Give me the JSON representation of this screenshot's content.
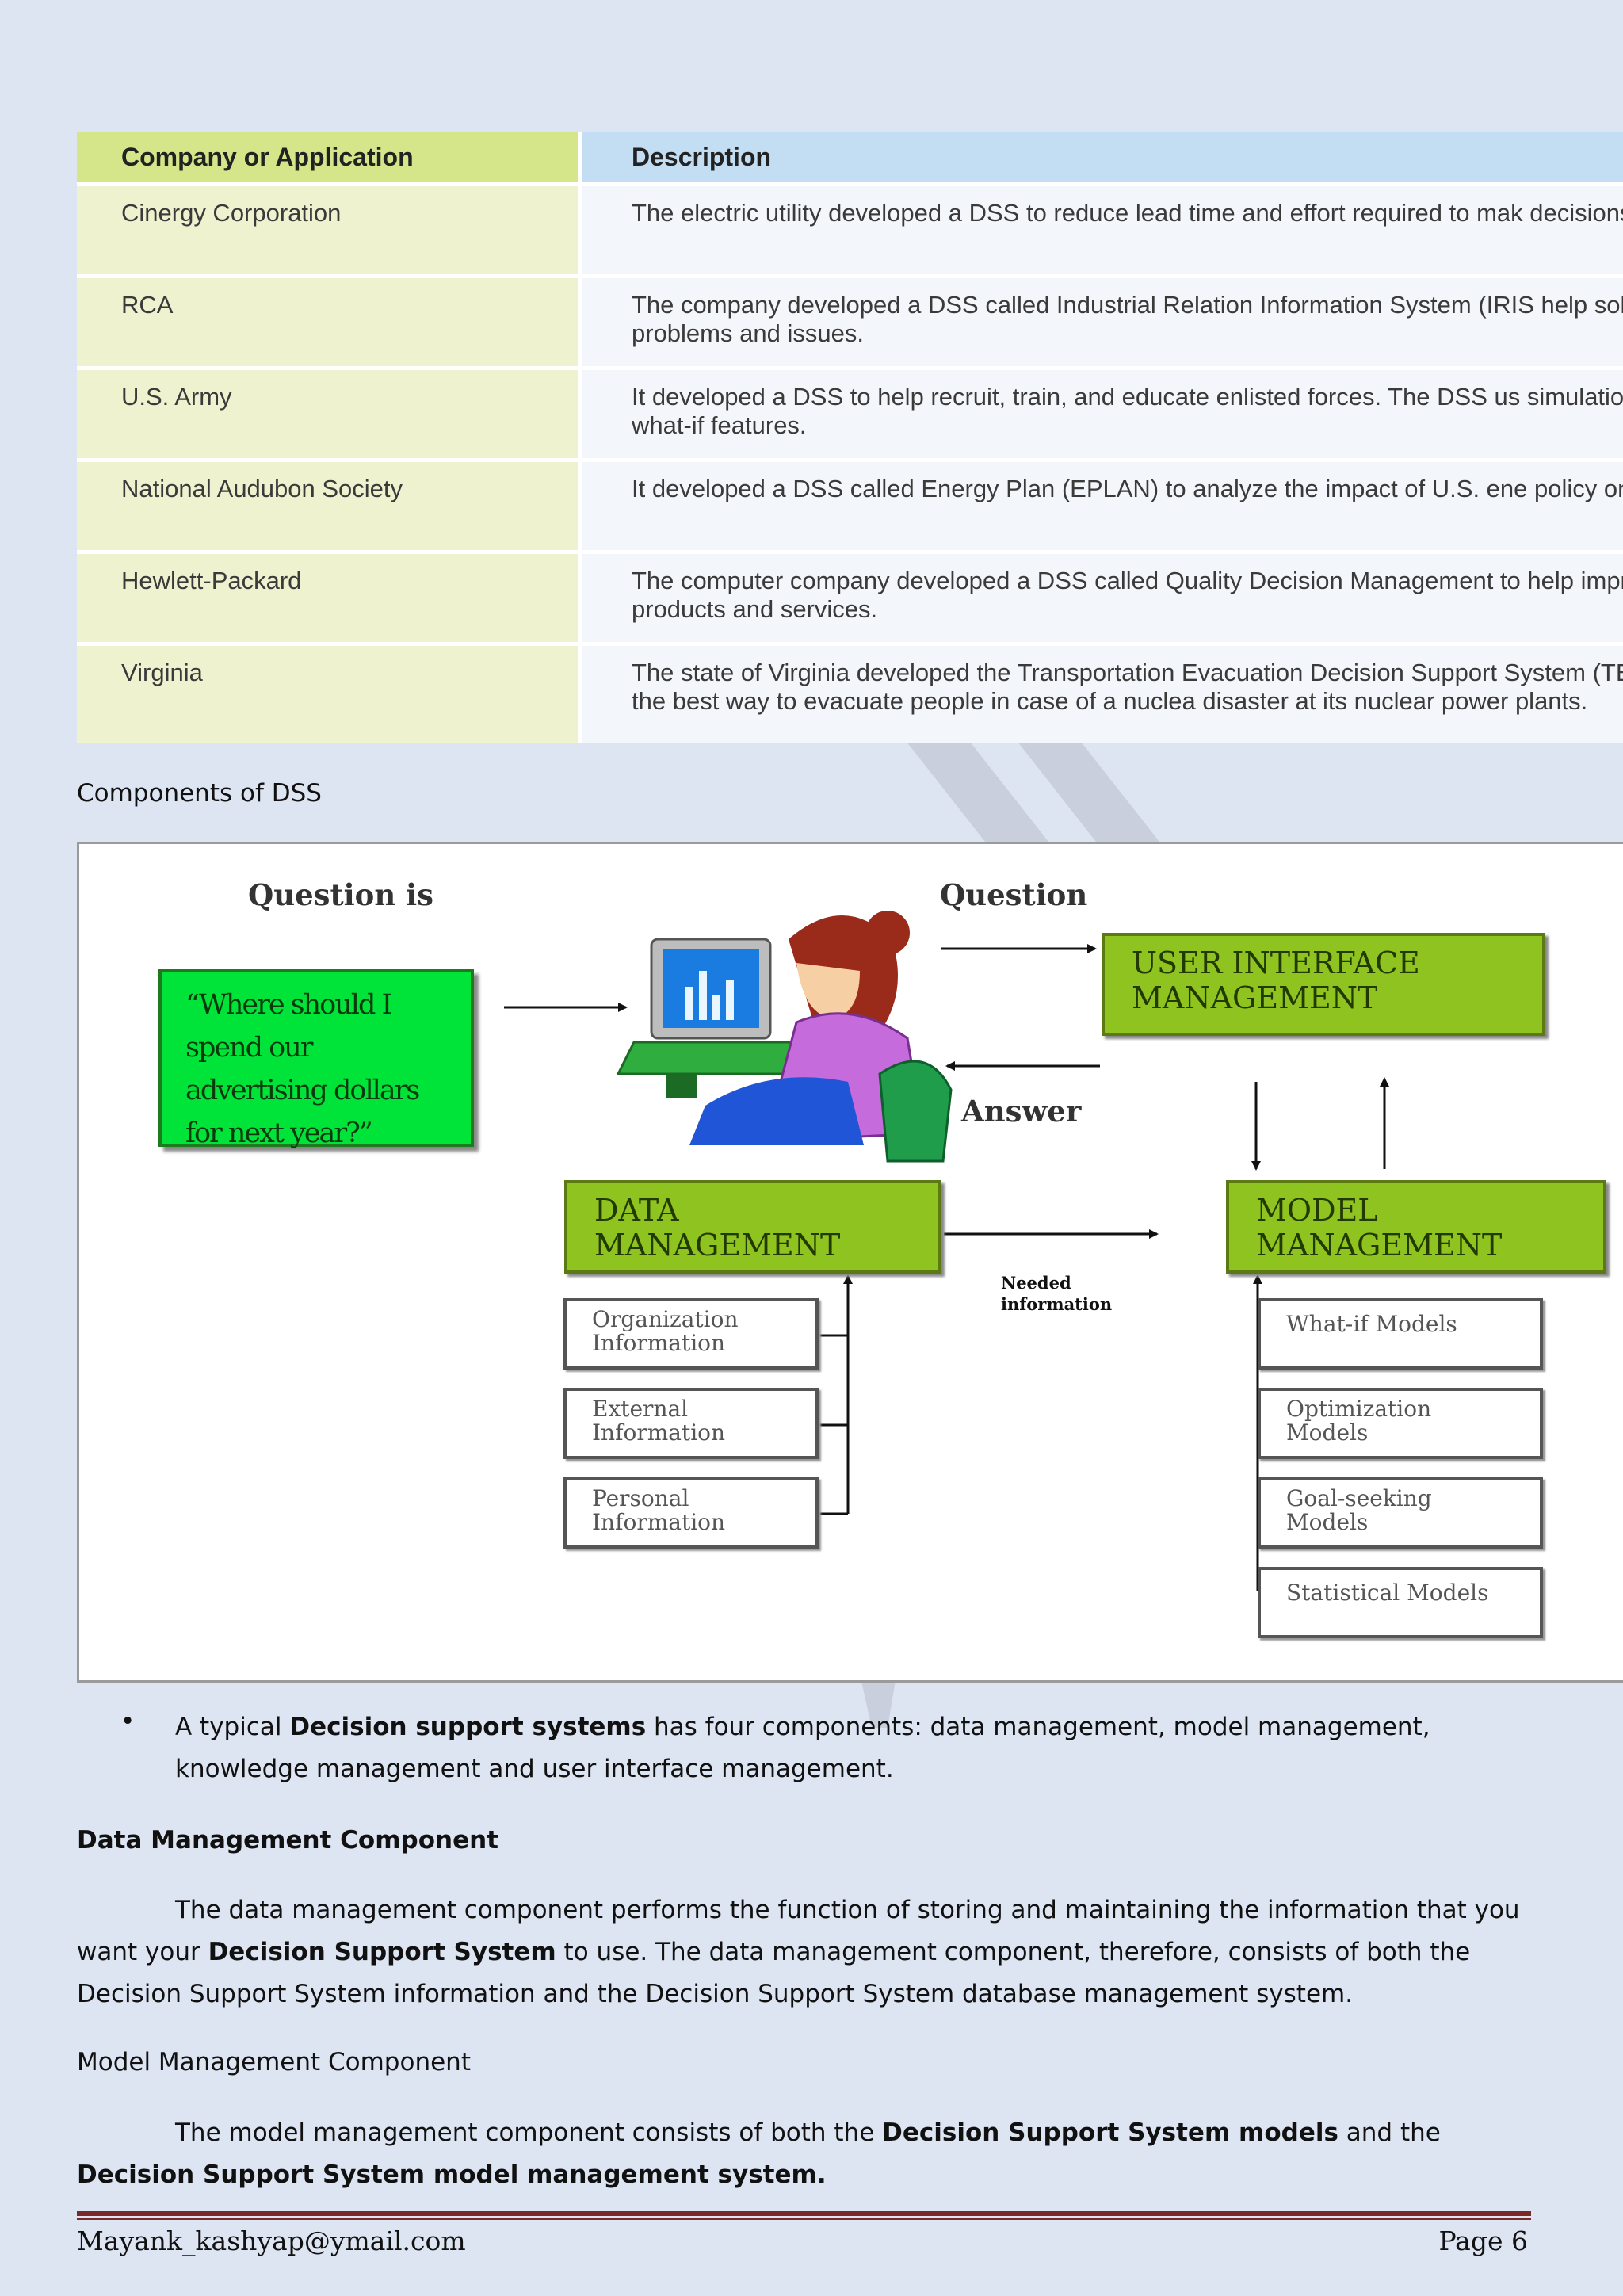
{
  "table": {
    "headers": [
      "Company or Application",
      "Description"
    ],
    "rows": [
      {
        "company": "Cinergy Corporation",
        "description": "The electric utility developed a DSS to reduce lead time and effort required to mak decisions in purchasing coal."
      },
      {
        "company": "RCA",
        "description": "The company developed a DSS called Industrial Relation Information System (IRIS help solve personnel problems and issues."
      },
      {
        "company": "U.S. Army",
        "description": "It developed a DSS to help recruit, train, and educate enlisted forces. The DSS us simulation that incorporates what-if features."
      },
      {
        "company": "National Audubon Society",
        "description": "It developed a DSS called Energy Plan (EPLAN) to analyze the impact of U.S. ene policy on the environment."
      },
      {
        "company": "Hewlett-Packard",
        "description": "The computer company developed a DSS called Quality Decision Management to help improve the quality of its products and services."
      },
      {
        "company": "Virginia",
        "description": "The state of Virginia developed the Transportation Evacuation Decision Support System (TEDSS) to determine the best way to evacuate people in case of a nuclea disaster at its nuclear power plants."
      }
    ]
  },
  "caption": "Components of DSS",
  "diagram": {
    "question_is": "Question is",
    "question_text": "“Where should I spend our advertising dollars for next year?”",
    "question": "Question",
    "answer": "Answer",
    "ui_box": "USER INTERFACE MANAGEMENT",
    "data_box": "DATA MANAGEMENT",
    "model_box": "MODEL MANAGEMENT",
    "needed_info": "Needed information",
    "data_sources": [
      "Organization Information",
      "External Information",
      "Personal Information"
    ],
    "models": [
      "What-if Models",
      "Optimization Models",
      "Goal-seeking Models",
      "Statistical Models"
    ],
    "colors": {
      "green_box": "#8fc31f",
      "question_box": "#00e43a"
    }
  },
  "bullet": {
    "marker": "•",
    "pre": "A typical ",
    "bold": "Decision support systems",
    "post": " has four components: data management, model management, knowledge management and user interface management."
  },
  "data_section": {
    "heading": "Data Management Component",
    "p1": "The data management component performs the function of storing and maintaining the information that you want your ",
    "p_bold": "Decision Support System",
    "p2": " to use. The data management component, therefore, consists of both the Decision Support System information and the Decision Support System database management system."
  },
  "model_section": {
    "heading": "Model Management Component",
    "p1": "The model management component consists of both the ",
    "b1": "Decision Support System models",
    "p2": " and the ",
    "b2": "Decision Support System model management system."
  },
  "footer": {
    "email": "Mayank_kashyap@ymail.com",
    "page": "Page 6",
    "rule_color": "#7b2828"
  }
}
